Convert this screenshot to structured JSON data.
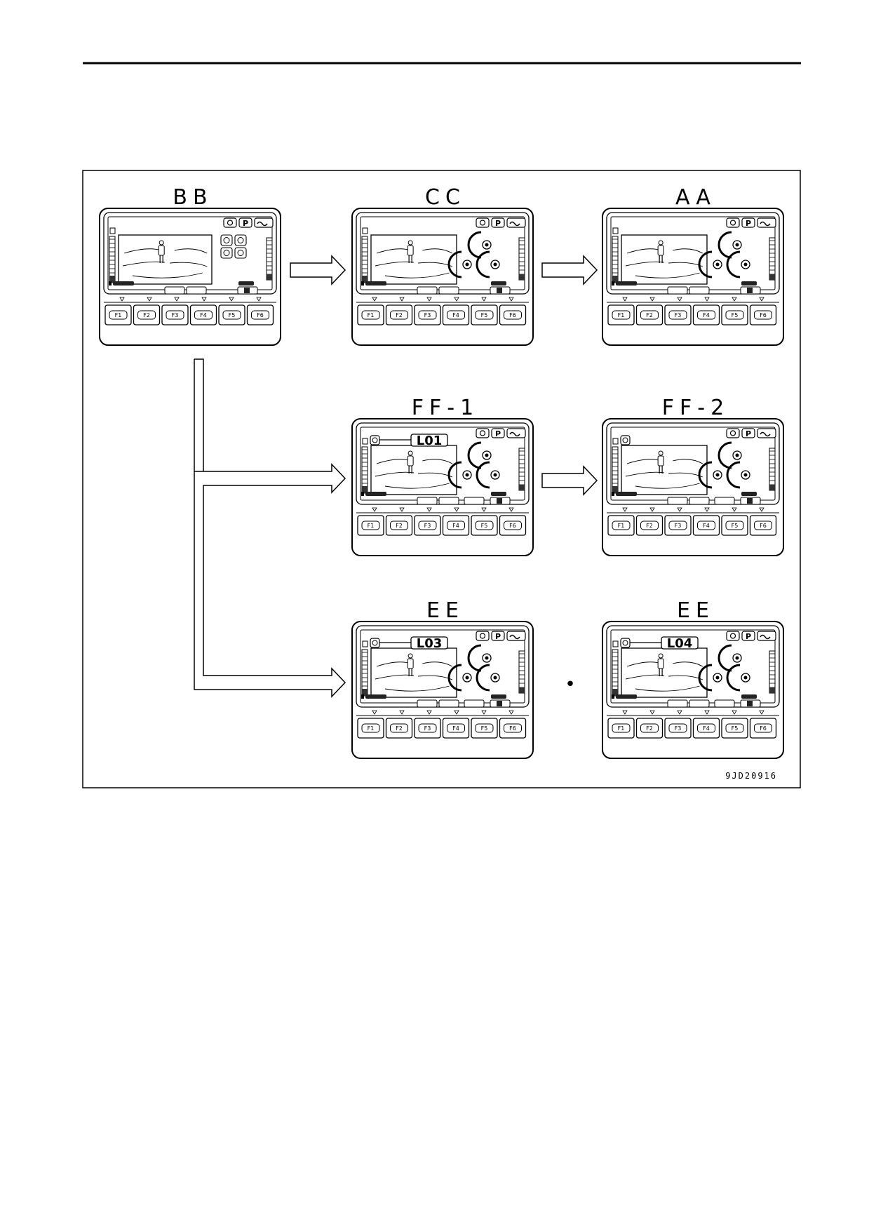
{
  "figure_id": "9JD20916",
  "screens": [
    {
      "id": "bb",
      "label": "BB",
      "variant": "standard",
      "code": ""
    },
    {
      "id": "cc",
      "label": "CC",
      "variant": "gauges",
      "code": ""
    },
    {
      "id": "aa",
      "label": "AA",
      "variant": "gauges",
      "code": ""
    },
    {
      "id": "ff1",
      "label": "FF-1",
      "variant": "alert",
      "code": "L01"
    },
    {
      "id": "ff2",
      "label": "FF-2",
      "variant": "alert-nocode",
      "code": ""
    },
    {
      "id": "ee1",
      "label": "EE",
      "variant": "alert",
      "code": "L03"
    },
    {
      "id": "ee2",
      "label": "EE",
      "variant": "alert",
      "code": "L04"
    }
  ],
  "function_keys": [
    "F1",
    "F2",
    "F3",
    "F4",
    "F5",
    "F6"
  ],
  "separator": "•",
  "icons": [
    "fuel-icon",
    "parking-icon",
    "oil-pressure-icon",
    "person-icon",
    "arrow-right-icon"
  ]
}
